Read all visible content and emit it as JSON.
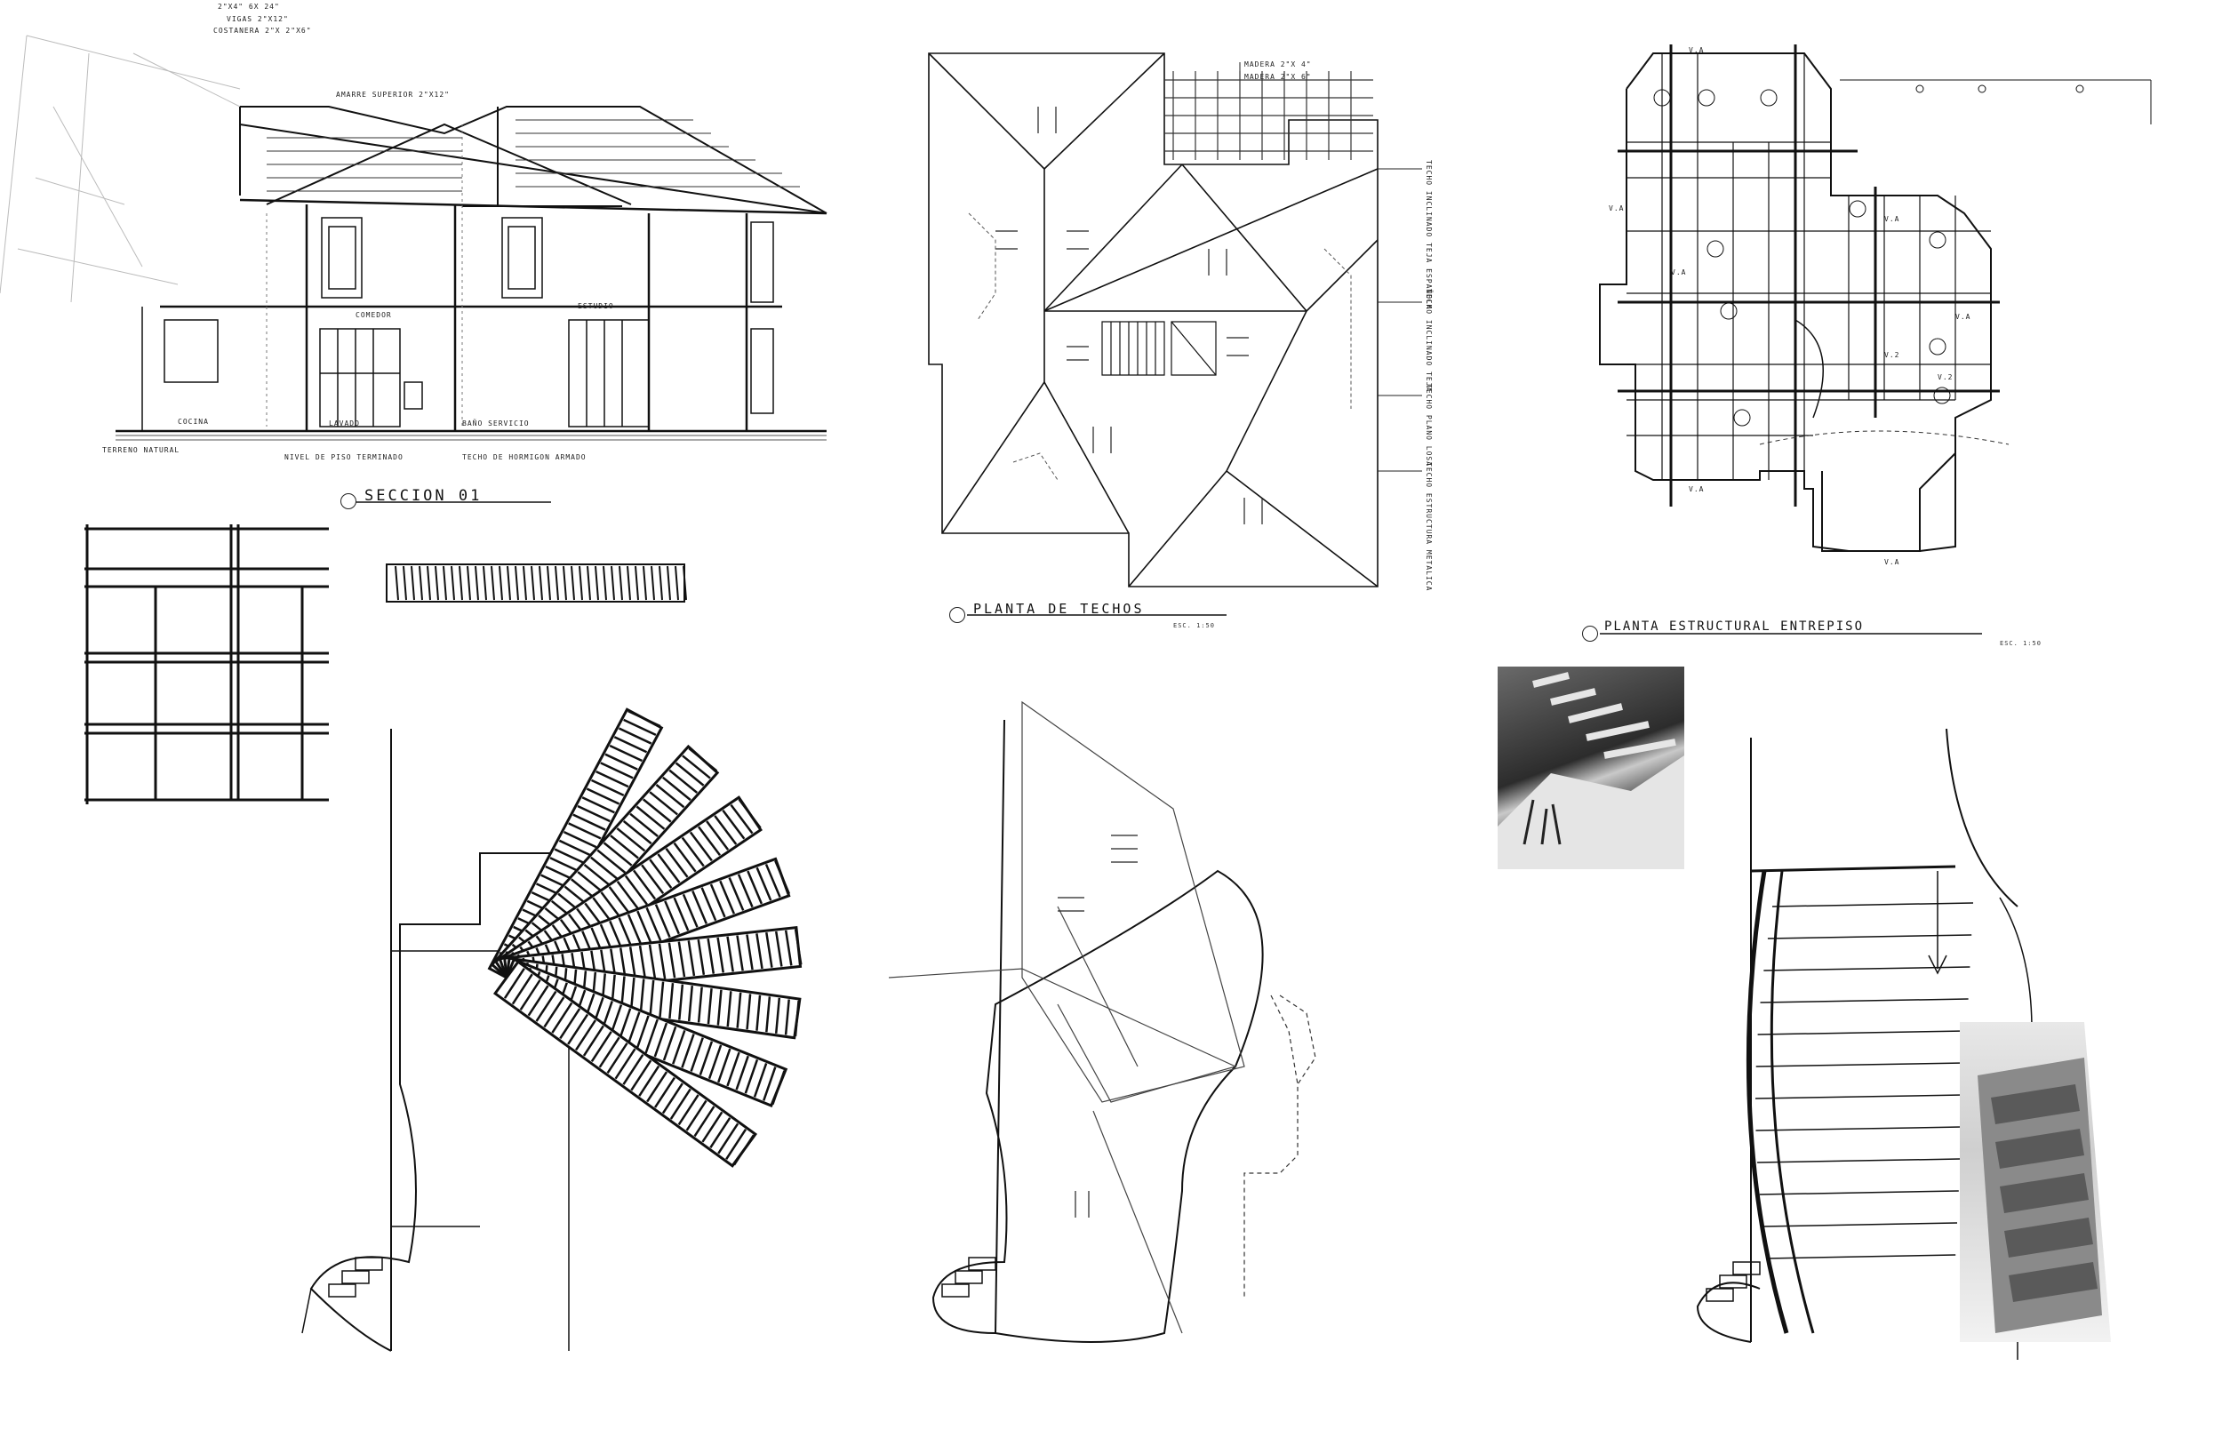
{
  "labels": {
    "section": "SECCION 01",
    "roof_plan": "PLANTA DE TECHOS",
    "structural_plan": "PLANTA ESTRUCTURAL ENTREPISO",
    "roof_scale": "ESC. 1:50",
    "structural_scale": "ESC. 1:50"
  },
  "section_notes": {
    "top_a": "2\"x4\" 6x 24\"",
    "top_b": "VIGAS 2\"x12\"",
    "top_c": "COSTANERA 2\"x 2\"x6\"",
    "amarre": "AMARRE SUPERIOR 2\"x12\"",
    "terreno": "TERRENO NATURAL",
    "nivel_piso": "NIVEL DE PISO TERMINADO",
    "cocina": "COCINA",
    "lavado": "LAVADO",
    "servicio": "BAÑO SERVICIO",
    "comedor": "COMEDOR",
    "estudio": "ESTUDIO",
    "techo_hormigon": "TECHO DE HORMIGON ARMADO"
  },
  "roof_notes": {
    "madera_a": "MADERA 2\"x 4\"",
    "madera_b": "MADERA 2\"x 6\"",
    "note_1": "TECHO INCLINADO TEJA ESPAÑOLA",
    "note_2": "TECHO INCLINADO TEJA",
    "note_3": "TECHO PLANO LOSA",
    "note_4": "TECHO ESTRUCTURA METALICA"
  },
  "structural_tags": [
    "V.A",
    "V.A",
    "V.A",
    "V.A",
    "V.2",
    "V.2",
    "V.A",
    "V.A",
    "V.A"
  ],
  "colors": {
    "ink": "#111111",
    "paper": "#ffffff",
    "photo_dark": "#3a3a3a",
    "photo_light": "#d8d8d8"
  }
}
